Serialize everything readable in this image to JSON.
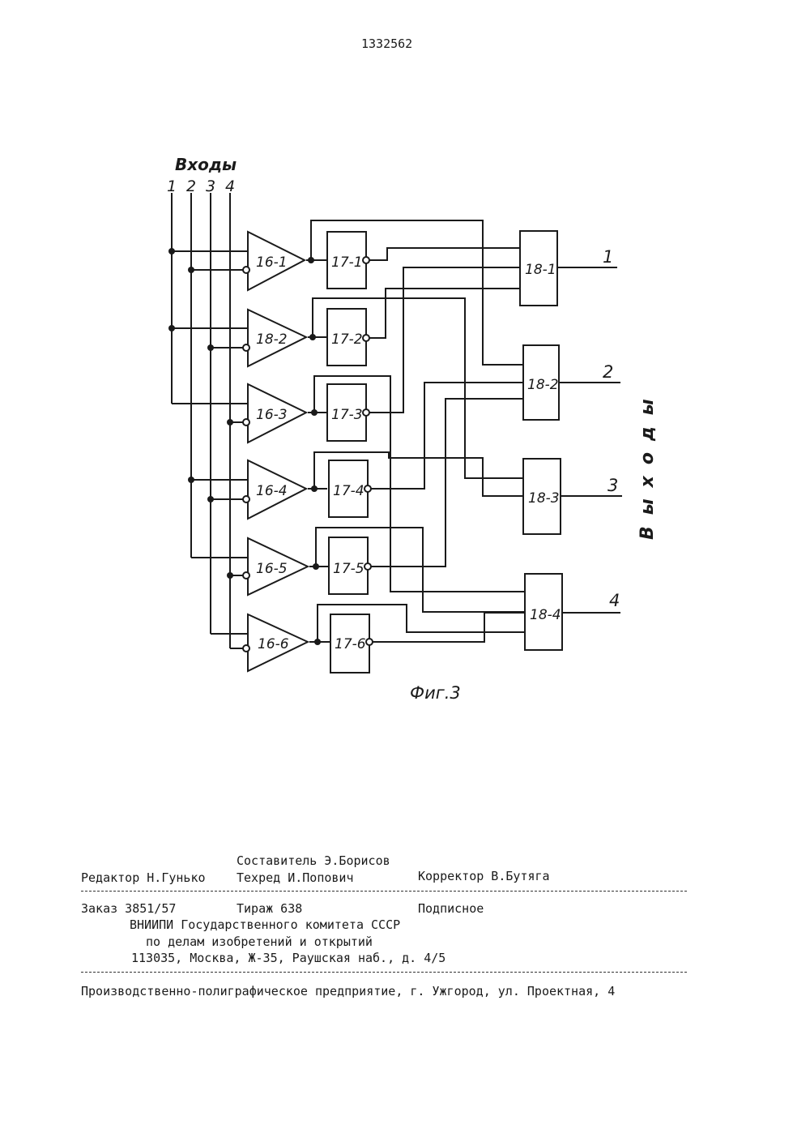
{
  "patent_number": "1332562",
  "diagram": {
    "inputs_title": "Входы",
    "input_numbers": [
      "1",
      "2",
      "3",
      "4"
    ],
    "comparators": [
      "16-1",
      "18-2",
      "16-3",
      "16-4",
      "16-5",
      "16-6"
    ],
    "inverters": [
      "17-1",
      "17-2",
      "17-3",
      "17-4",
      "17-5",
      "17-6"
    ],
    "outputs_blocks": [
      "18-1",
      "18-2",
      "18-3",
      "18-4"
    ],
    "output_numbers": [
      "1",
      "2",
      "3",
      "4"
    ],
    "outputs_title": "Выходы",
    "caption": "Фиг.3"
  },
  "colophon": {
    "compiler": "Составитель Э.Борисов",
    "editor": "Редактор Н.Гунько",
    "tech_editor": "Техред И.Попович",
    "corrector": "Корректор В.Бутяга",
    "order": "Заказ 3851/57",
    "print_run": "Тираж 638",
    "subscription": "Подписное",
    "org_line1": "ВНИИПИ Государственного комитета СССР",
    "org_line2": "по делам изобретений и открытий",
    "address": "113035, Москва, Ж-35, Раушская наб., д. 4/5",
    "printer": "Производственно-полиграфическое предприятие, г. Ужгород, ул. Проектная, 4"
  }
}
